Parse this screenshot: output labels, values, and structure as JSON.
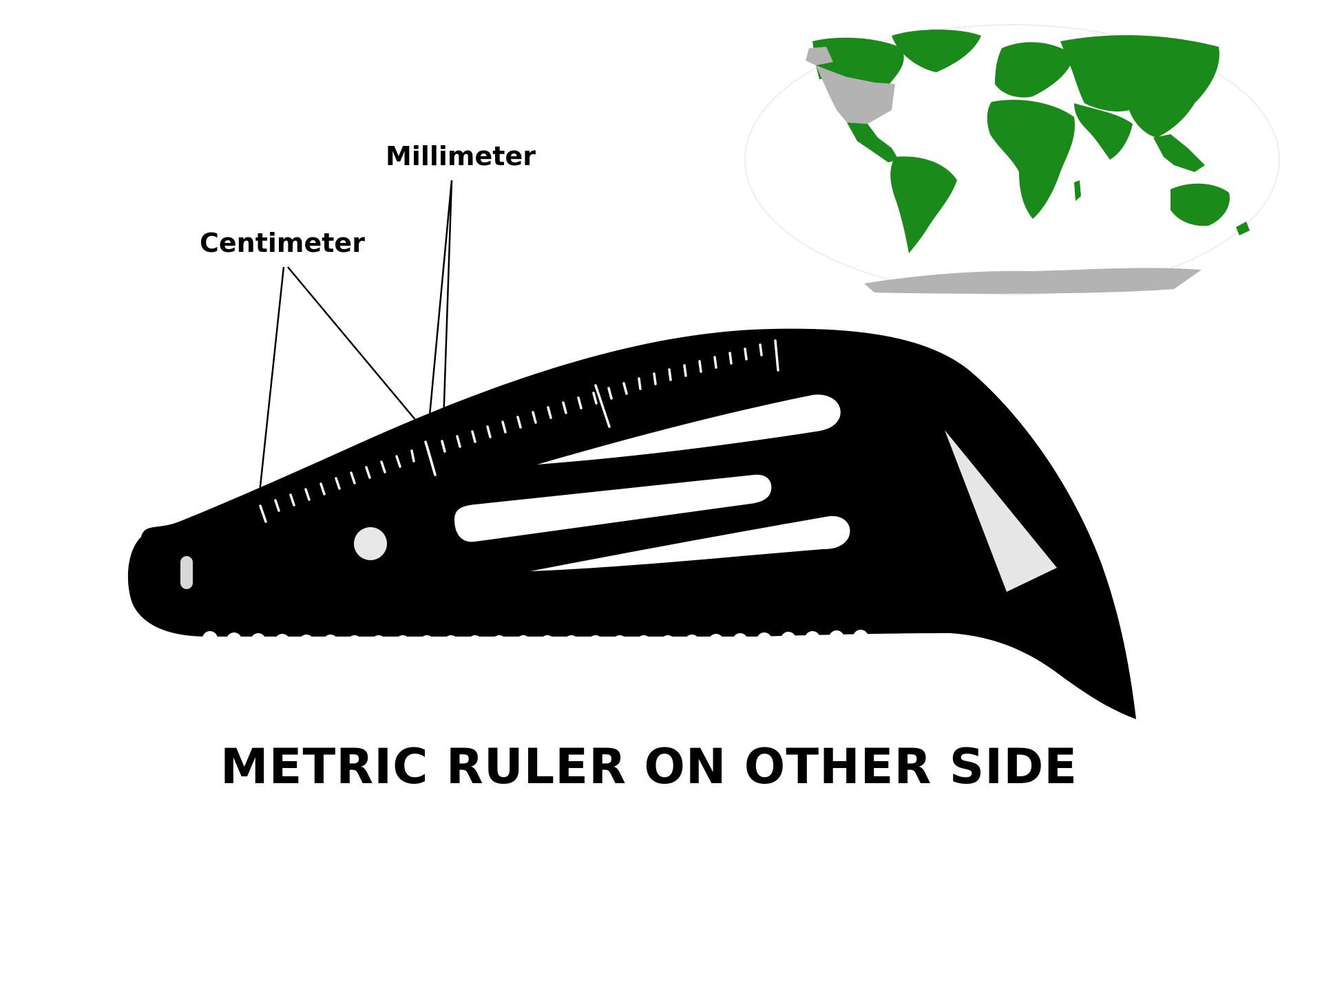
{
  "labels": {
    "millimeter": "Millimeter",
    "centimeter": "Centimeter",
    "caption": "METRIC RULER ON OTHER SIDE"
  },
  "colors": {
    "tool": "#000000",
    "land_highlight": "#1a8a1a",
    "land_other": "#b3b3b3",
    "ocean": "#ffffff",
    "text": "#000000"
  },
  "icons": {
    "tool": "multi-tool-card-icon",
    "map": "world-map-icon"
  }
}
